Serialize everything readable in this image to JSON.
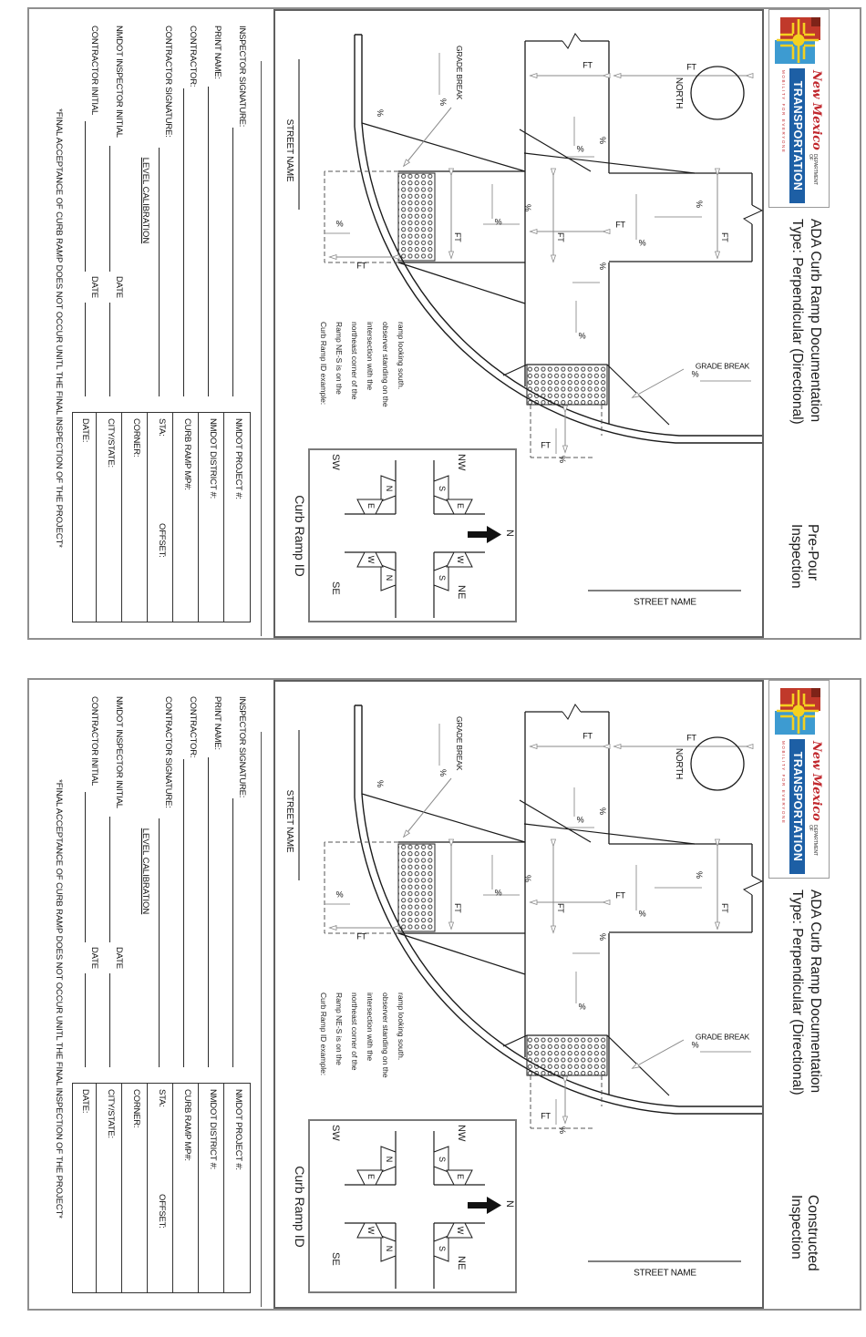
{
  "doc": {
    "header": {
      "title_line1": "ADA Curb Ramp Documentation",
      "title_line2": "Type: Perpendicular (Directional)",
      "logo": {
        "name": "New Mexico Department of Transportation logo",
        "script": "New Mexico",
        "dept": "DEPARTMENT OF",
        "transportation": "TRANSPORTATION",
        "tagline": "MOBILITY FOR EVERYONE",
        "colors": {
          "red": "#c1272d",
          "blue_bar": "#1d5fa5",
          "emblem_red": "#c0392b",
          "emblem_blue": "#3d9bd1",
          "zia_yellow": "#f5d020"
        }
      }
    },
    "panels": [
      {
        "inspection": "Pre-Pour Inspection"
      },
      {
        "inspection": "Constructed Inspection"
      }
    ],
    "drawing": {
      "north_label": "NORTH",
      "street_name_label": "STREET NAME",
      "grade_break_label": "GRADE BREAK",
      "ft_label": "FT",
      "percent_label": "%",
      "note_lines": [
        "Curb Ramp ID example:",
        "Ramp NE-S is on the",
        "northeast corner of the",
        "intersection with the",
        "observer standing on the",
        "ramp looking south."
      ],
      "compass": {
        "title": "Curb Ramp ID",
        "north_letter": "N",
        "quadrants": {
          "nw": "NW",
          "ne": "NE",
          "sw": "SW",
          "se": "SE"
        },
        "ramp_letters": {
          "nw_s": "S",
          "nw_e": "E",
          "ne_s": "S",
          "ne_w": "W",
          "sw_n": "N",
          "sw_e": "E",
          "se_n": "N",
          "se_w": "W"
        }
      }
    },
    "form": {
      "fields": {
        "inspector_signature": "INSPECTOR SIGNATURE:",
        "print_name": "PRINT NAME:",
        "contractor": "CONTRACTOR:",
        "contractor_signature": "CONTRACTOR SIGNATURE:",
        "nmdot_inspector_initial": "NMDOT INSPECTOR INITIAL",
        "contractor_initial": "CONTRACTOR INITIAL",
        "date": "DATE"
      },
      "level_calibration": "LEVEL CALIBRATION",
      "table_rows": [
        "NMDOT PROJECT #:",
        "NMDOT DISTRICT #:",
        "CURB RAMP MP#:",
        "STA:",
        "CORNER:",
        "CITY/STATE:",
        "DATE:"
      ],
      "offset": "OFFSET:",
      "footnote": "*FINAL ACCEPTANCE OF CURB RAMP DOES NOT OCCUR UNITL THE FINAL INSPECTION OF THE PROJECT*"
    }
  }
}
